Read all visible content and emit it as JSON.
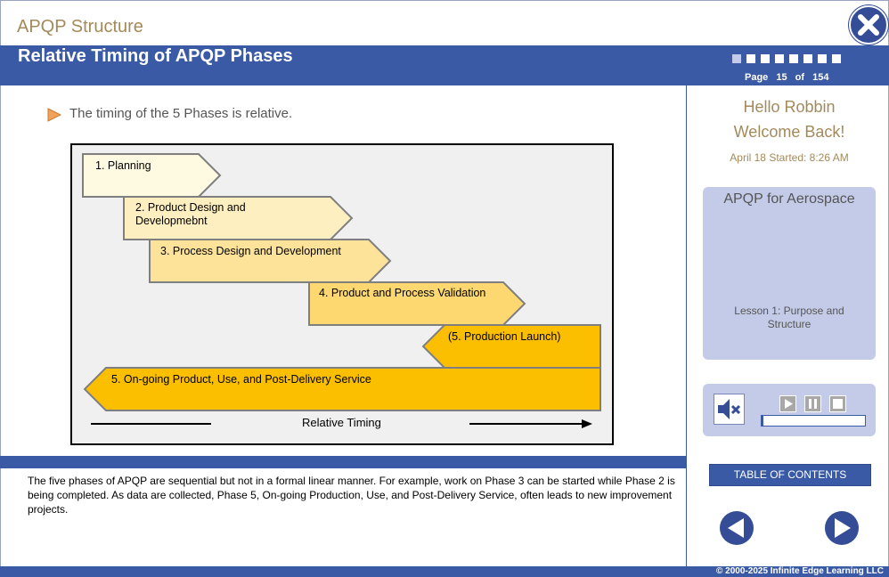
{
  "header": {
    "app_title": "APQP Structure",
    "page_title": "Relative Timing of APQP Phases"
  },
  "pager": {
    "squares_total": 8,
    "squares_done": 1,
    "page_label": "Page",
    "current_page": "15",
    "of_label": "of",
    "total_pages": "154"
  },
  "content": {
    "bullet": "The timing of the 5 Phases is relative.",
    "phases": [
      {
        "label": "1. Planning",
        "color": "#fef9e1"
      },
      {
        "label": "2. Product Design and Developmebnt",
        "color": "#fdefbf"
      },
      {
        "label": "3. Process Design and Development",
        "color": "#fde39a"
      },
      {
        "label": "4. Product and Process Validation",
        "color": "#fdd870"
      },
      {
        "label": "(5. Production Launch)",
        "color": "#fbbf00"
      },
      {
        "label": "5. On-going Product, Use, and Post-Delivery Service",
        "color": "#fbbf00"
      }
    ],
    "timing_label": "Relative Timing",
    "description": "The five phases of APQP are sequential but not in a formal linear manner. For example, work on Phase 3 can be started while Phase 2 is being completed. As data are collected, Phase 5, On-going Production, Use, and Post-Delivery Service, often leads to new improvement projects."
  },
  "sidebar": {
    "greeting_line1": "Hello Robbin",
    "greeting_line2": "Welcome Back!",
    "started": "April 18 Started: 8:26 AM",
    "course_title": "APQP for Aerospace",
    "lesson_title": "Lesson 1: Purpose and Structure",
    "toc_label": "TABLE OF CONTENTS"
  },
  "footer": {
    "copyright": "© 2000-2025 Infinite Edge Learning LLC"
  },
  "colors": {
    "brand_blue": "#3a5aa6",
    "accent_gold": "#a38a5a",
    "panel_lavender": "#c4cbe8"
  },
  "icons": [
    "close-icon",
    "play-arrow-bullet-icon",
    "speaker-muted-icon",
    "play-icon",
    "pause-icon",
    "stop-icon",
    "prev-arrow-icon",
    "next-arrow-icon"
  ]
}
